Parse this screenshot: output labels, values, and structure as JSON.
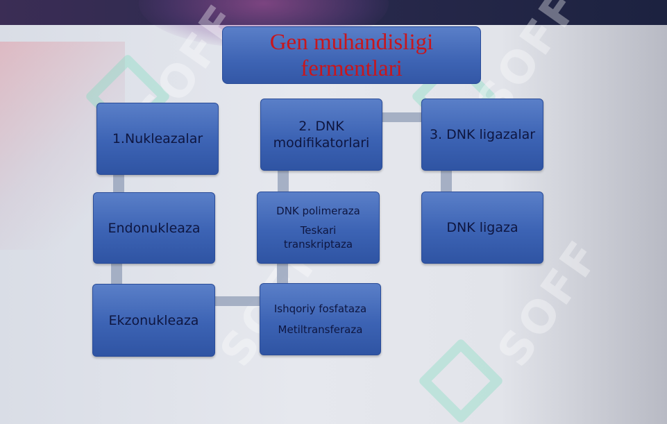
{
  "title": "Gen muhandisligi fermentlari",
  "columns": [
    {
      "header": "1.Nukleazalar",
      "items": [
        "Endonukleaza",
        "Ekzonukleaza"
      ]
    },
    {
      "header": "2. DNK modifikatorlari",
      "items": [
        [
          "DNK polimeraza",
          "Teskari transkriptaza"
        ],
        [
          "Ishqoriy fosfataza",
          "Metiltransferaza"
        ]
      ]
    },
    {
      "header": "3. DNK ligazalar",
      "items": [
        "DNK ligaza"
      ]
    }
  ],
  "colors": {
    "box_fill": "#3c63b4",
    "box_text": "#0e1640",
    "title_text": "#c8161c",
    "connector": "#9aa6bd",
    "topbar": "#2b2a4e"
  }
}
